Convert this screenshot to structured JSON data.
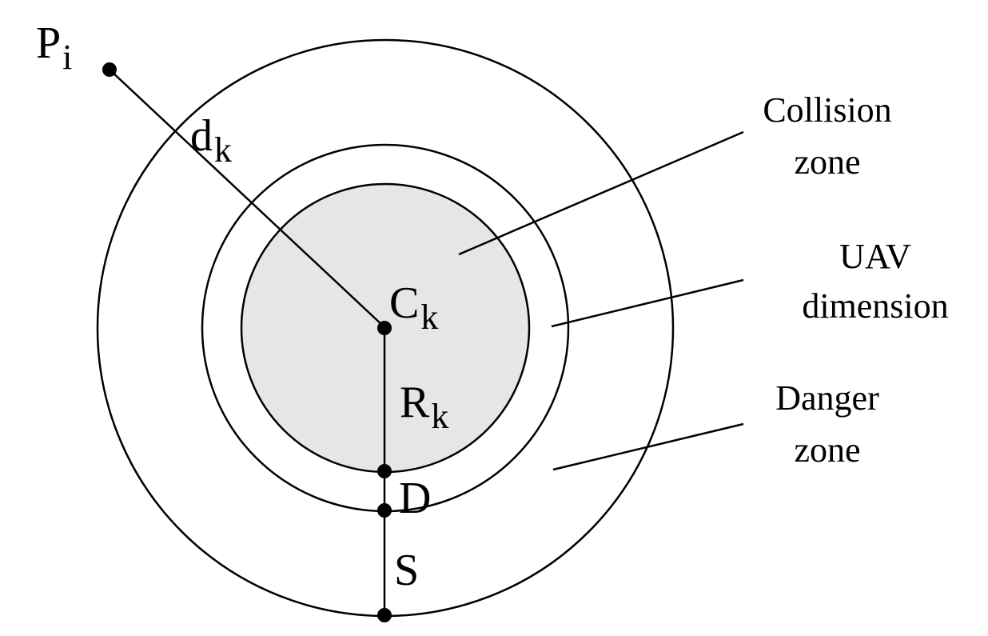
{
  "diagram": {
    "colors": {
      "stroke": "#000000",
      "collision_fill": "#e6e6e6",
      "background": "#ffffff"
    },
    "symbols": {
      "p_main": "P",
      "p_sub": "i",
      "d_main": "d",
      "d_sub": "k",
      "c_main": "C",
      "c_sub": "k",
      "r_main": "R",
      "r_sub": "k",
      "dim": "D",
      "safety": "S"
    },
    "labels": {
      "collision_line1": "Collision",
      "collision_line2": "zone",
      "uav_line1": "UAV",
      "uav_line2": "dimension",
      "danger_line1": "Danger",
      "danger_line2": "zone"
    }
  }
}
